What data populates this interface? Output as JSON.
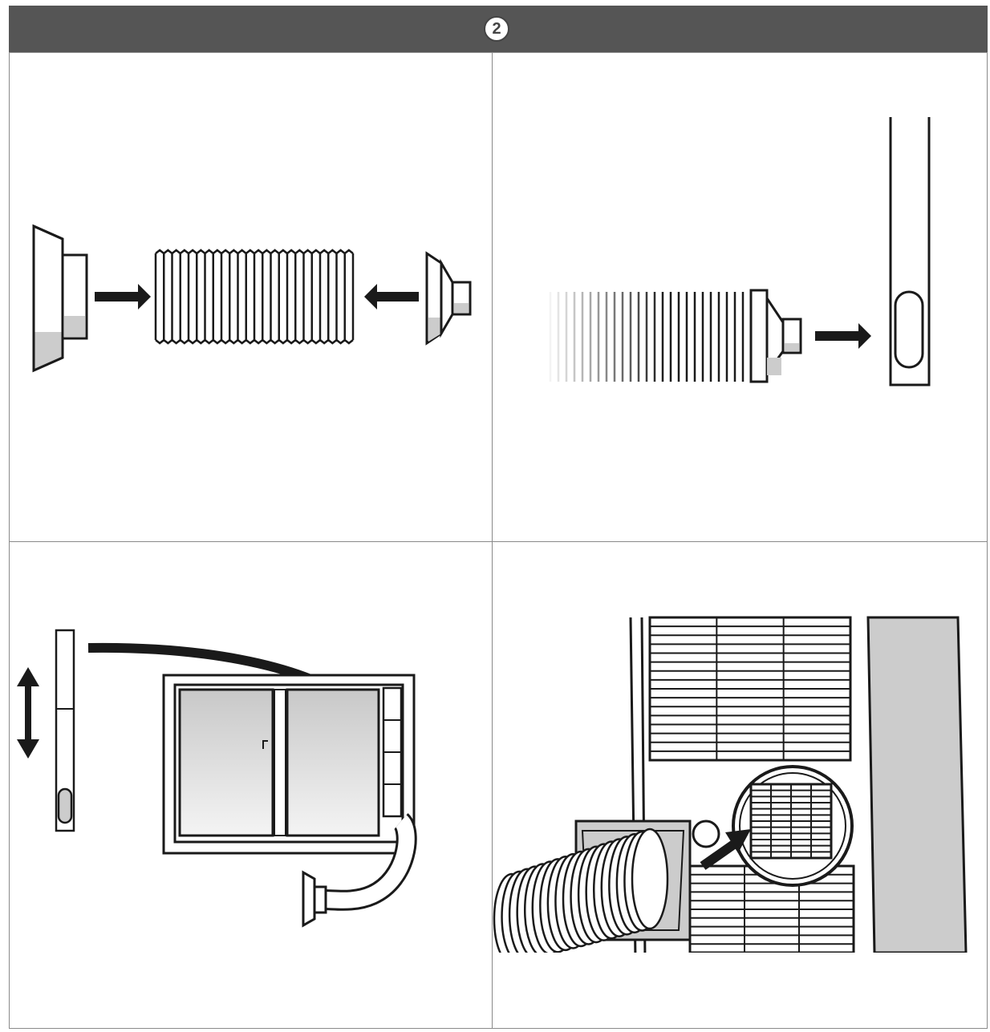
{
  "header": {
    "step_number": "2",
    "bar_color": "#555555"
  },
  "colors": {
    "line": "#1a1a1a",
    "fill_gray": "#cccccc",
    "panel_border": "#8a8a8a"
  },
  "panels": [
    {
      "illustration": "hose-adapters-attach"
    },
    {
      "illustration": "hose-into-window-slider"
    },
    {
      "illustration": "slider-fit-window"
    },
    {
      "illustration": "hose-connect-unit"
    }
  ]
}
